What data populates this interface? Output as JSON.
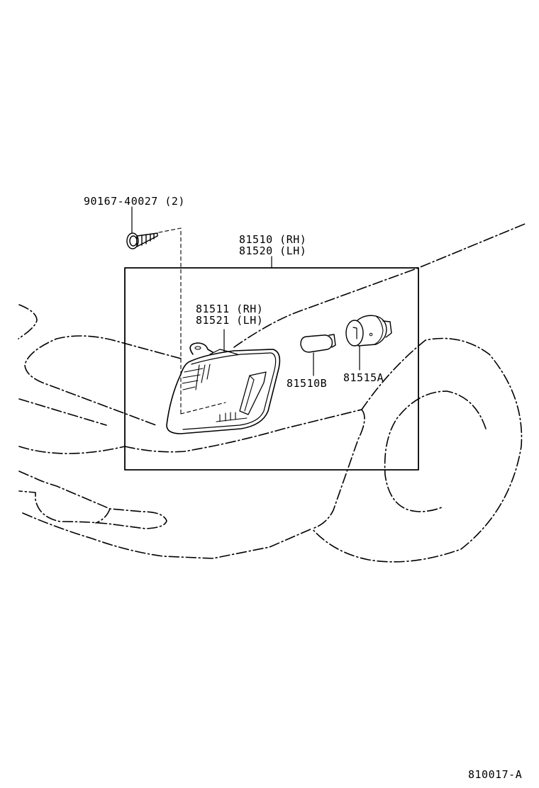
{
  "diagram": {
    "type": "exploded-parts-diagram",
    "subject": "front turn signal / clearance lamp assembly",
    "colors": {
      "line": "#000000",
      "background": "#ffffff"
    },
    "callouts": [
      {
        "id": "screw",
        "part_number": "90167-40027 (2)",
        "lines": [
          "90167-40027 (2)"
        ]
      },
      {
        "id": "lamp-assy",
        "part_number": "81510 (RH) / 81520 (LH)",
        "lines": [
          "81510 (RH)",
          "81520 (LH)"
        ]
      },
      {
        "id": "lens",
        "part_number": "81511 (RH) / 81521 (LH)",
        "lines": [
          "81511 (RH)",
          "81521 (LH)"
        ]
      },
      {
        "id": "bulb",
        "part_number": "81510B",
        "lines": [
          "81510B"
        ]
      },
      {
        "id": "socket",
        "part_number": "81515A",
        "lines": [
          "81515A"
        ]
      }
    ],
    "figure_code": "810017-A"
  }
}
